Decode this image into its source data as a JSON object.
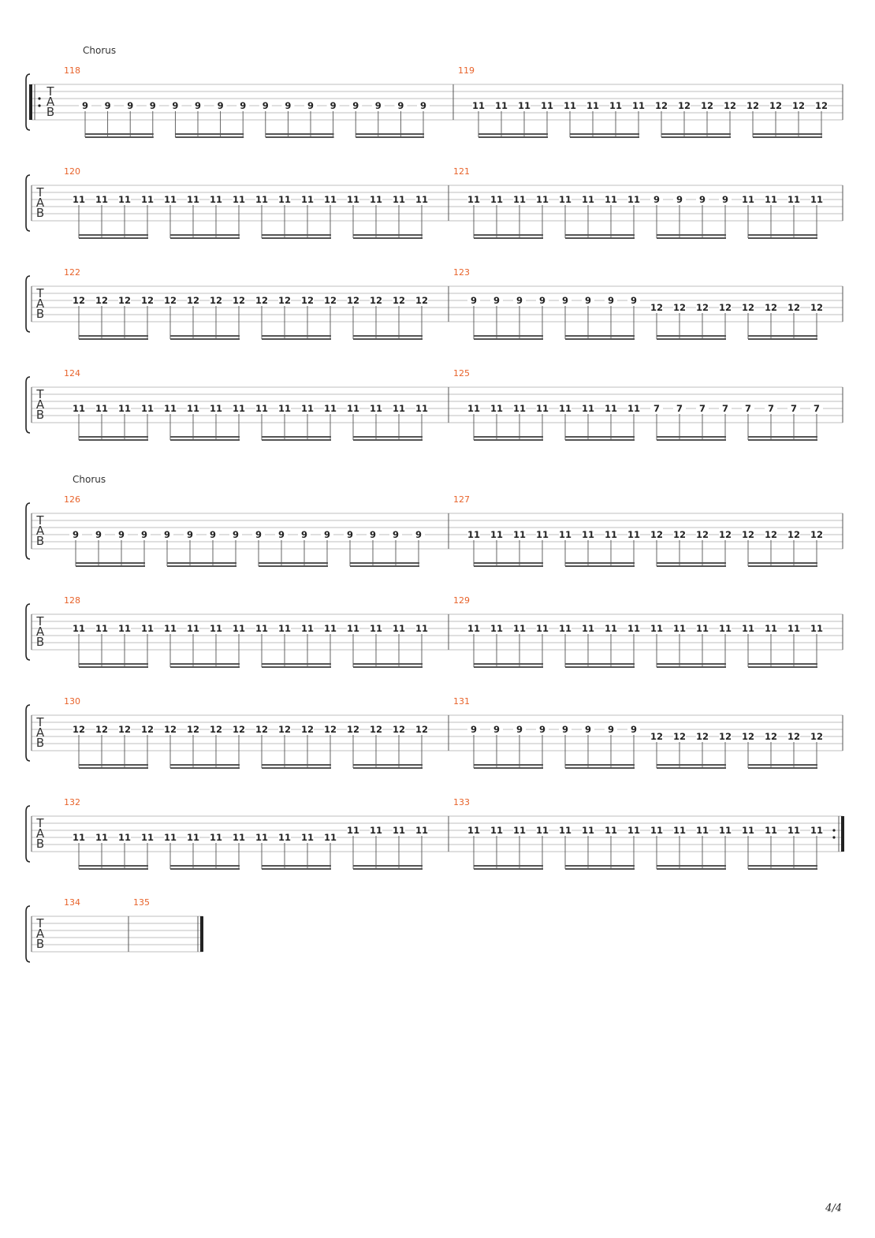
{
  "page": {
    "number": "4/4"
  },
  "systems": [
    {
      "section": "Chorus",
      "repeat_start": true,
      "measures": [
        {
          "number": "118",
          "notes": [
            {
              "v": "9",
              "n": 16,
              "s": "mid"
            }
          ]
        },
        {
          "number": "119",
          "notes": [
            {
              "v": "11",
              "n": 8,
              "s": "mid"
            },
            {
              "v": "12",
              "n": 8,
              "s": "mid"
            }
          ]
        }
      ]
    },
    {
      "measures": [
        {
          "number": "120",
          "notes": [
            {
              "v": "11",
              "n": 16,
              "s": "high"
            }
          ]
        },
        {
          "number": "121",
          "notes": [
            {
              "v": "11",
              "n": 8,
              "s": "high"
            },
            {
              "v": "9",
              "n": 4,
              "s": "high"
            },
            {
              "v": "11",
              "n": 4,
              "s": "high"
            }
          ]
        }
      ]
    },
    {
      "measures": [
        {
          "number": "122",
          "notes": [
            {
              "v": "12",
              "n": 16,
              "s": "high"
            }
          ]
        },
        {
          "number": "123",
          "notes": [
            {
              "v": "9",
              "n": 8,
              "s": "high"
            },
            {
              "v": "12",
              "n": 8,
              "s": "mid"
            }
          ]
        }
      ]
    },
    {
      "measures": [
        {
          "number": "124",
          "notes": [
            {
              "v": "11",
              "n": 16,
              "s": "mid"
            }
          ]
        },
        {
          "number": "125",
          "notes": [
            {
              "v": "11",
              "n": 8,
              "s": "mid"
            },
            {
              "v": "7",
              "n": 8,
              "s": "mid"
            }
          ]
        }
      ]
    },
    {
      "section": "Chorus",
      "measures": [
        {
          "number": "126",
          "notes": [
            {
              "v": "9",
              "n": 16,
              "s": "mid"
            }
          ]
        },
        {
          "number": "127",
          "notes": [
            {
              "v": "11",
              "n": 8,
              "s": "mid"
            },
            {
              "v": "12",
              "n": 8,
              "s": "mid"
            }
          ]
        }
      ]
    },
    {
      "measures": [
        {
          "number": "128",
          "notes": [
            {
              "v": "11",
              "n": 16,
              "s": "high"
            }
          ]
        },
        {
          "number": "129",
          "notes": [
            {
              "v": "11",
              "n": 16,
              "s": "high"
            }
          ]
        }
      ]
    },
    {
      "measures": [
        {
          "number": "130",
          "notes": [
            {
              "v": "12",
              "n": 16,
              "s": "high"
            }
          ]
        },
        {
          "number": "131",
          "notes": [
            {
              "v": "9",
              "n": 8,
              "s": "high"
            },
            {
              "v": "12",
              "n": 8,
              "s": "mid"
            }
          ]
        }
      ]
    },
    {
      "repeat_end": true,
      "measures": [
        {
          "number": "132",
          "notes": [
            {
              "v": "11",
              "n": 12,
              "s": "mid"
            },
            {
              "v": "11",
              "n": 4,
              "s": "high"
            }
          ]
        },
        {
          "number": "133",
          "notes": [
            {
              "v": "11",
              "n": 16,
              "s": "high"
            }
          ]
        }
      ]
    },
    {
      "final": true,
      "measures": [
        {
          "number": "134",
          "notes": []
        },
        {
          "number": "135",
          "notes": []
        }
      ]
    }
  ]
}
